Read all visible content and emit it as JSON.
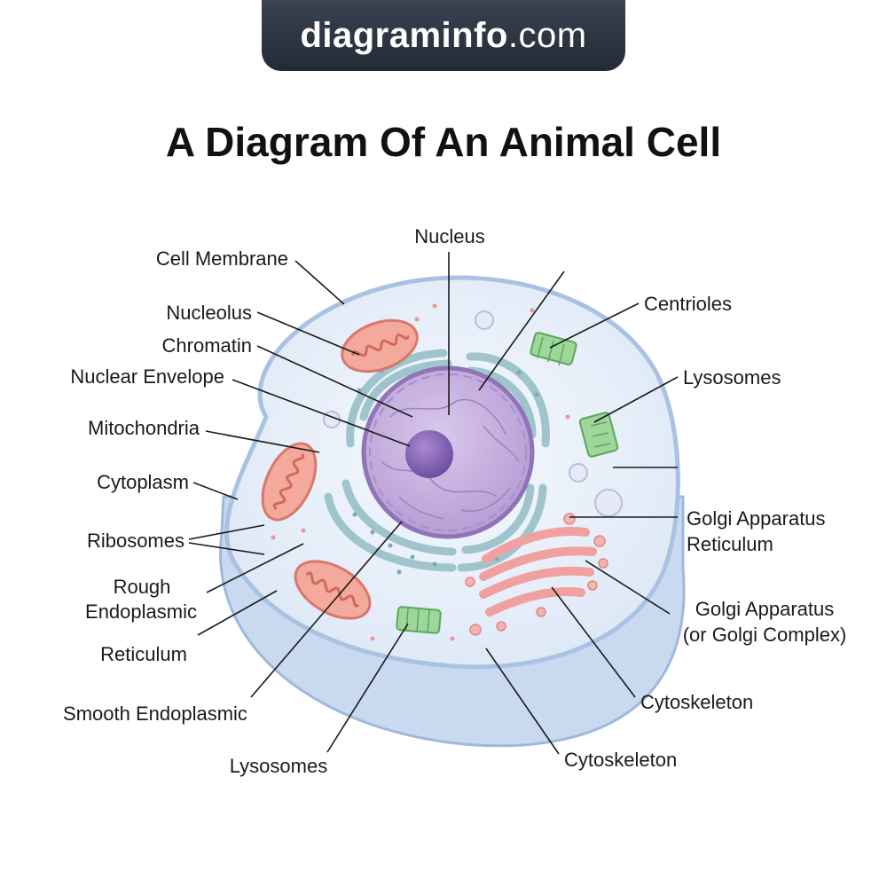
{
  "header": {
    "brand_bold": "diagraminfo",
    "brand_suffix": ".com",
    "title": "A Diagram Of An Animal Cell"
  },
  "colors": {
    "membrane": "#a9c2e3",
    "cytoplasm": "#eef4fc",
    "nucleus": "#c5b0dc",
    "nucleolus": "#8c6bb8",
    "mitochondria": "#ec8f80",
    "er": "#a9ccd3",
    "golgi": "#f2a6a4",
    "centriole": "#8fd08c",
    "lysosome": "#e6eaf7"
  },
  "labels": {
    "nucleus": "Nucleus",
    "cell_membrane": "Cell Membrane",
    "nucleolus": "Nucleolus",
    "chromatin": "Chromatin",
    "nuclear_envelope": "Nuclear Envelope",
    "mitochondria": "Mitochondria",
    "cytoplasm": "Cytoplasm",
    "ribosomes": "Ribosomes",
    "rough_er_1": "Rough",
    "rough_er_2": "Endoplasmic",
    "rough_er_3": "Reticulum",
    "smooth_er": "Smooth Endoplasmic",
    "lysosomes_bottom": "Lysosomes",
    "centrioles": "Centrioles",
    "lysosomes_right": "Lysosomes",
    "golgi_reticulum_1": "Golgi Apparatus",
    "golgi_reticulum_2": "Reticulum",
    "golgi_complex_1": "Golgi Apparatus",
    "golgi_complex_2": "(or Golgi Complex)",
    "cytoskeleton_right": "Cytoskeleton",
    "cytoskeleton_bottom": "Cytoskeleton"
  }
}
